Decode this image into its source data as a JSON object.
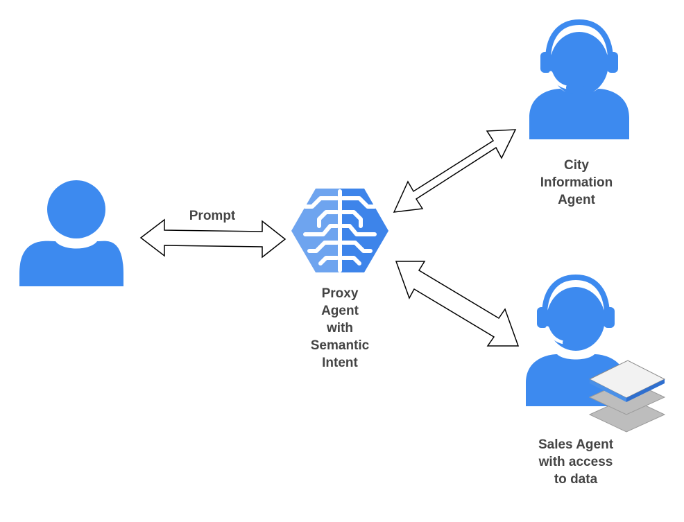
{
  "colors": {
    "person": "#3d8aef",
    "brain_light": "#6ea4ef",
    "brain_dark": "#3d84ea",
    "arrow_fill": "#ffffff",
    "arrow_stroke": "#000000",
    "stack_top": "#f2f2f2",
    "stack_lower": "#bdbdbd",
    "text": "#444444"
  },
  "user": {
    "icon": "user-icon"
  },
  "prompt_label": "Prompt",
  "proxy_agent": {
    "icon": "brain-icon",
    "label_lines": [
      "Proxy",
      "Agent",
      "with",
      "Semantic",
      "Intent"
    ]
  },
  "city_agent": {
    "icon": "headset-agent-icon",
    "label_lines": [
      "City",
      "Information",
      "Agent"
    ]
  },
  "sales_agent": {
    "icon": "headset-agent-icon",
    "data_icon": "data-layers-icon",
    "label_lines": [
      "Sales Agent",
      "with access",
      "to data"
    ]
  }
}
